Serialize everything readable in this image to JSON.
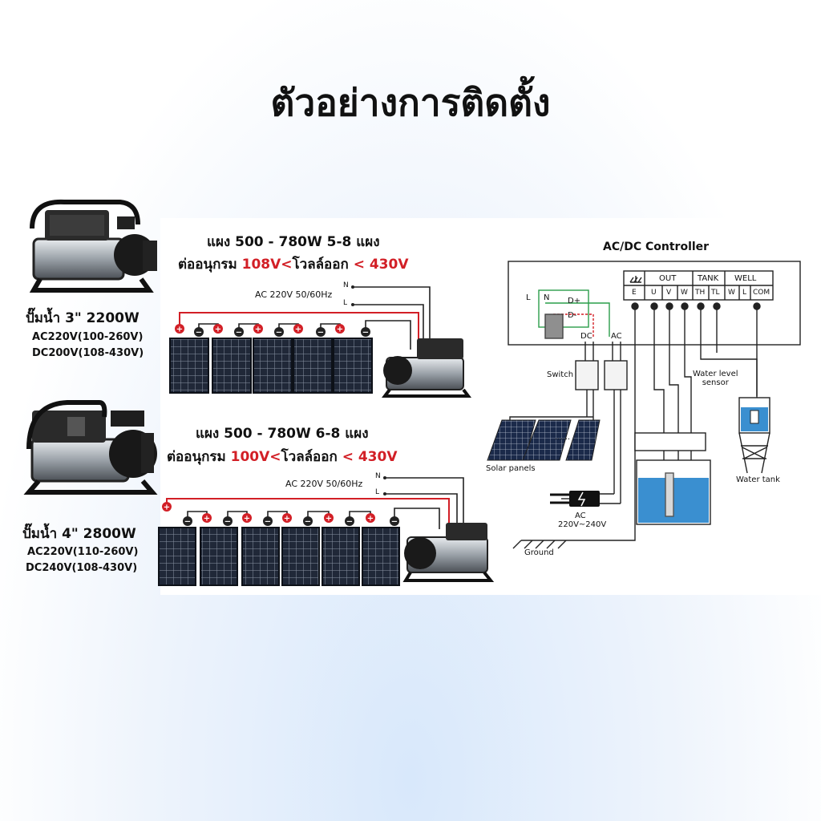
{
  "title": "ตัวอย่างการติดตั้ง",
  "pump1": {
    "name": "ปั๊มน้ำ 3\" 2200W",
    "ac": "AC220V(100-260V)",
    "dc": "DC200V(108-430V)",
    "panel_line1": "แผง 500 - 780W 5-8 แผง",
    "panel_line2_prefix": "ต่ออนุกรม",
    "panel_line2_red1": "108V<",
    "panel_line2_mid": "โวลล์ออก",
    "panel_line2_red2": "< 430V",
    "ac_label": "AC 220V 50/60Hz",
    "n": "N",
    "l": "L"
  },
  "pump2": {
    "name": "ปั๊มน้ำ 4\" 2800W",
    "ac": "AC220V(110-260V)",
    "dc": "DC240V(108-430V)",
    "panel_line1": "แผง 500 - 780W 6-8 แผง",
    "panel_line2_prefix": "ต่ออนุกรม",
    "panel_line2_red1": "100V<",
    "panel_line2_mid": "โวลล์ออก",
    "panel_line2_red2": "< 430V",
    "ac_label": "AC 220V 50/60Hz",
    "n": "N",
    "l": "L"
  },
  "controller": {
    "title": "AC/DC Controller",
    "out": "OUT",
    "tank": "TANK",
    "well": "WELL",
    "terminals": [
      "E",
      "U",
      "V",
      "W",
      "TH",
      "TL",
      "W",
      "L",
      "COM"
    ],
    "l": "L",
    "n": "N",
    "dplus": "D+",
    "dminus": "D-",
    "dc": "DC",
    "ac": "AC",
    "switch": "Switch",
    "water_level_sensor": "Water level\nsensor",
    "solar_panels": "Solar panels",
    "water_tank": "Water tank",
    "ac_input": "AC",
    "ac_range": "220V~240V",
    "ground": "Ground",
    "dots": "......"
  },
  "colors": {
    "red": "#d21f26",
    "wire": "#222222",
    "panel": "#1c2330"
  }
}
